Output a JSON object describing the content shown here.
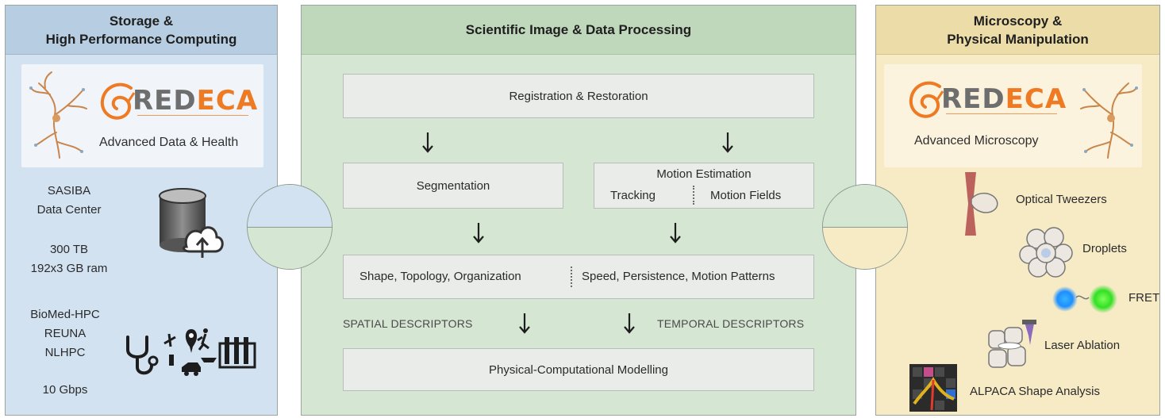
{
  "left_panel": {
    "title_line1": "Storage &",
    "title_line2": "High Performance Computing",
    "logo": {
      "brand_a": "RED",
      "brand_b": "ECA",
      "subtitle": "Advanced Data & Health"
    },
    "datacenter_line1": "SASIBA",
    "datacenter_line2": "Data Center",
    "storage_line1": "300 TB",
    "storage_line2": "192x3 GB ram",
    "networks": [
      "BioMed-HPC",
      "REUNA",
      "NLHPC"
    ],
    "bandwidth": "10 Gbps"
  },
  "middle_panel": {
    "title": "Scientific Image & Data Processing",
    "registration": "Registration & Restoration",
    "segmentation": "Segmentation",
    "motion_title": "Motion Estimation",
    "motion_tracking": "Tracking",
    "motion_fields": "Motion Fields",
    "shape": "Shape, Topology, Organization",
    "speed": "Speed, Persistence, Motion Patterns",
    "spatial": "SPATIAL DESCRIPTORS",
    "temporal": "TEMPORAL DESCRIPTORS",
    "modelling": "Physical-Computational Modelling"
  },
  "right_panel": {
    "title_line1": "Microscopy &",
    "title_line2": "Physical Manipulation",
    "logo": {
      "brand_a": "RED",
      "brand_b": "ECA",
      "subtitle": "Advanced Microscopy"
    },
    "items": [
      "Optical Tweezers",
      "Droplets",
      "FRET",
      "Laser Ablation",
      "ALPACA Shape Analysis"
    ]
  },
  "colors": {
    "left_bg": "#d3e2f1",
    "middle_bg": "#d5e6d2",
    "right_bg": "#f7ebc6",
    "brand_orange": "#ee7a23",
    "brand_gray": "#6e6e6e"
  }
}
